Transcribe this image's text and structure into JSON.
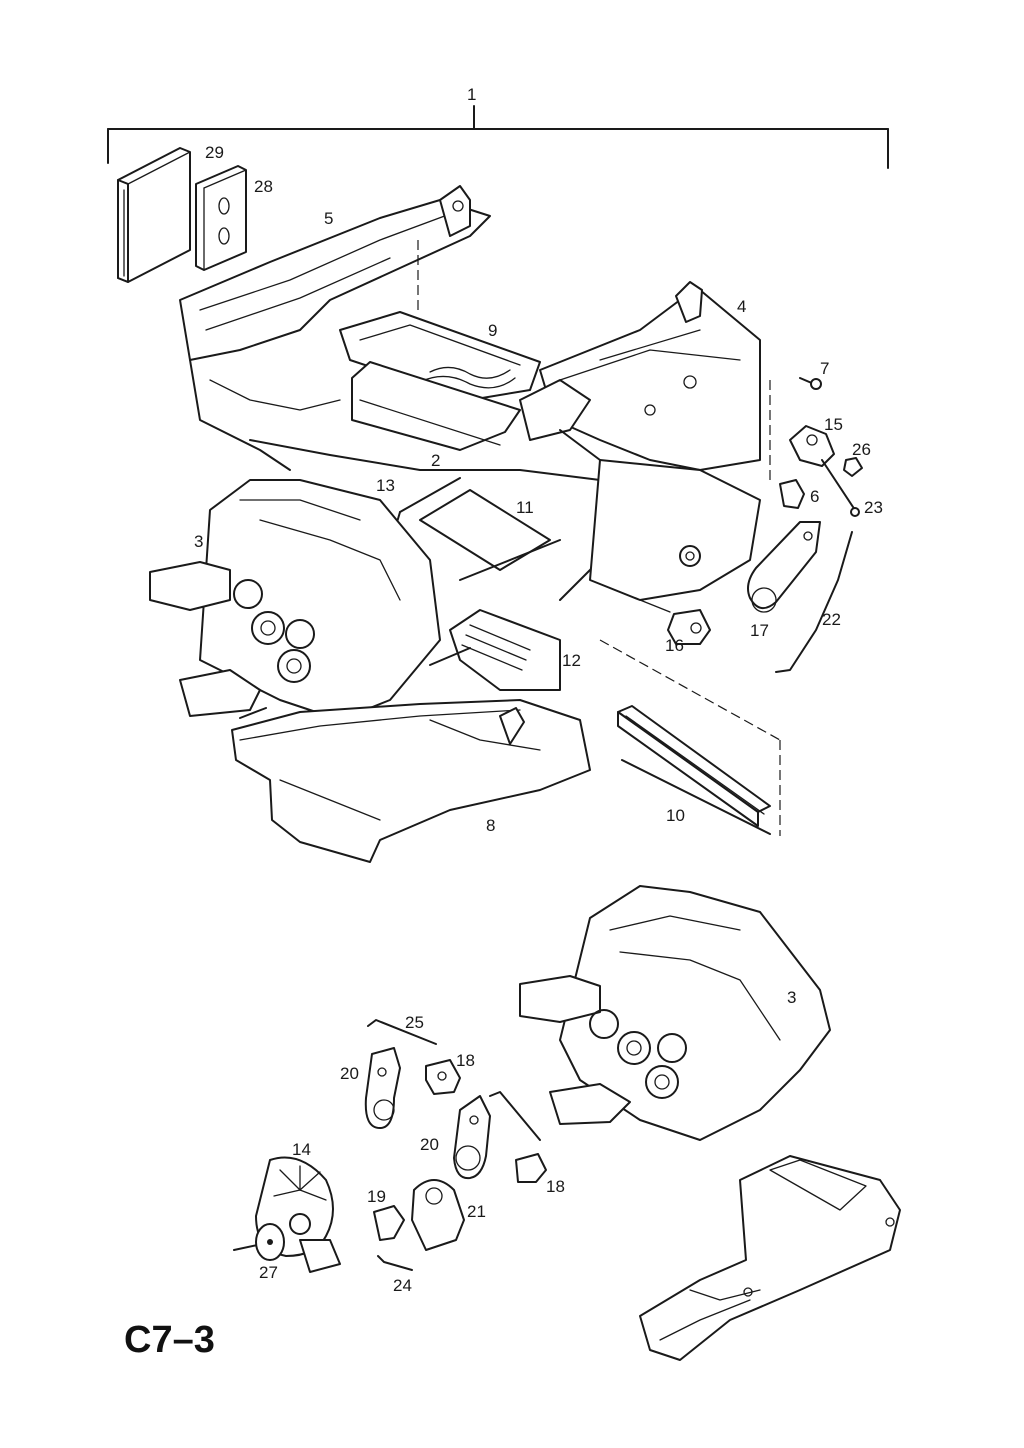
{
  "diagram": {
    "page_code": "C7–3",
    "part_labels": {
      "p1": "1",
      "p2": "2",
      "p3a": "3",
      "p3b": "3",
      "p4": "4",
      "p5": "5",
      "p6": "6",
      "p7": "7",
      "p8": "8",
      "p9": "9",
      "p10": "10",
      "p11": "11",
      "p12": "12",
      "p13": "13",
      "p14": "14",
      "p15": "15",
      "p16": "16",
      "p17": "17",
      "p18a": "18",
      "p18b": "18",
      "p19": "19",
      "p20a": "20",
      "p20b": "20",
      "p21": "21",
      "p22": "22",
      "p23": "23",
      "p24": "24",
      "p25": "25",
      "p26": "26",
      "p27": "27",
      "p28": "28",
      "p29": "29"
    }
  }
}
